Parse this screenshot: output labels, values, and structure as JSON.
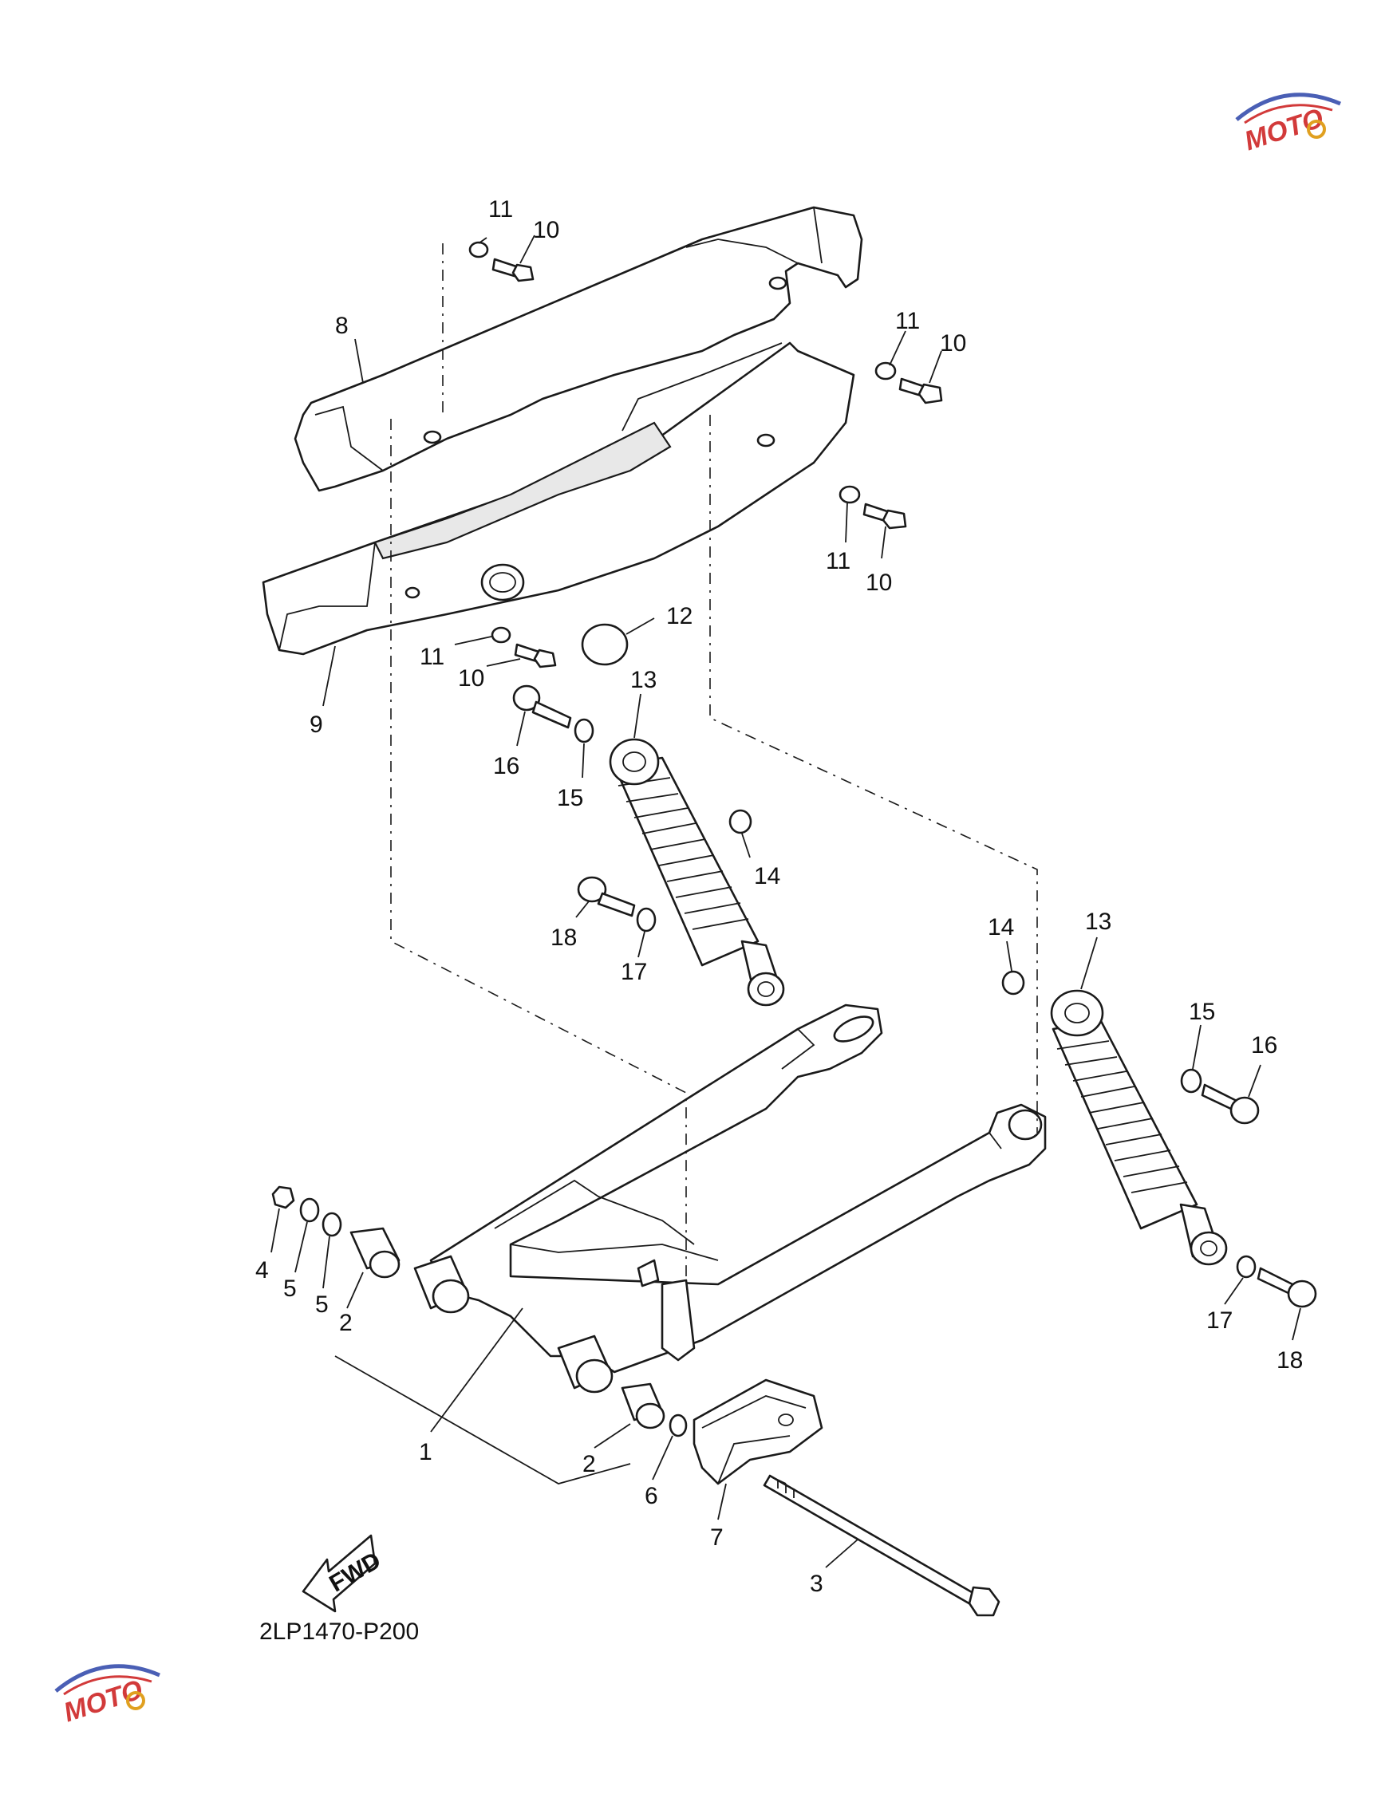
{
  "diagram": {
    "code": "2LP1470-P200",
    "fwd_label": "FWD",
    "watermark": "MOTO"
  },
  "callouts": {
    "c11a": "11",
    "c10a": "10",
    "c8": "8",
    "c11b": "11",
    "c10b": "10",
    "c11c": "11",
    "c10c": "10",
    "c12": "12",
    "c9": "9",
    "c11d": "11",
    "c10d": "10",
    "c13a": "13",
    "c16a": "16",
    "c15a": "15",
    "c14a": "14",
    "c18a": "18",
    "c17a": "17",
    "c14b": "14",
    "c13b": "13",
    "c15b": "15",
    "c16b": "16",
    "c17b": "17",
    "c18b": "18",
    "c4": "4",
    "c5a": "5",
    "c5b": "5",
    "c2a": "2",
    "c1": "1",
    "c2b": "2",
    "c6": "6",
    "c7": "7",
    "c3": "3"
  },
  "colors": {
    "line": "#1a1a1a",
    "watermark_red": "#d23a3a",
    "watermark_blue": "#4a5fb5"
  }
}
